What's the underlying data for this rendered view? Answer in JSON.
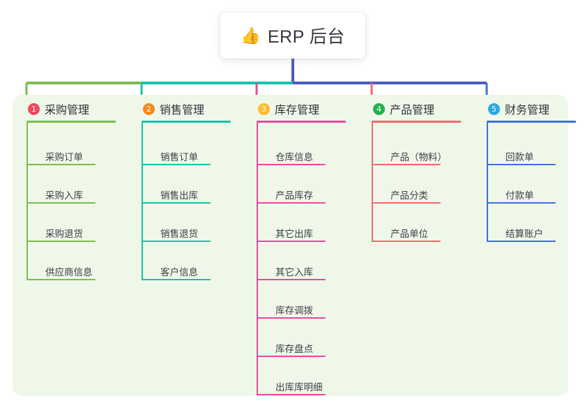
{
  "root": {
    "icon": "thumbs-up-icon",
    "icon_glyph": "👍",
    "title": "ERP 后台"
  },
  "palette": {
    "panel_bg": "#eff7e9",
    "stem": "#4a5bc0",
    "bus_green": "#7cbb4e",
    "bus_teal": "#16c2a8",
    "bus_blue": "#4a5bc0",
    "text": "#2f3338"
  },
  "columns": [
    {
      "number": "1",
      "title": "采购管理",
      "badge_color": "#f2495c",
      "line_color": "#7cbb4e",
      "items": [
        "采购订单",
        "采购入库",
        "采购退货",
        "供应商信息"
      ]
    },
    {
      "number": "2",
      "title": "销售管理",
      "badge_color": "#f7881f",
      "line_color": "#16c2a8",
      "items": [
        "销售订单",
        "销售出库",
        "销售退货",
        "客户信息"
      ]
    },
    {
      "number": "3",
      "title": "库存管理",
      "badge_color": "#fbbc2e",
      "line_color": "#e8489b",
      "items": [
        "仓库信息",
        "产品库存",
        "其它出库",
        "其它入库",
        "库存调拨",
        "库存盘点",
        "出库库明细"
      ]
    },
    {
      "number": "4",
      "title": "产品管理",
      "badge_color": "#23b14d",
      "line_color": "#f2686b",
      "items": [
        "产品（物料）",
        "产品分类",
        "产品单位"
      ]
    },
    {
      "number": "5",
      "title": "财务管理",
      "badge_color": "#2aa9e0",
      "line_color": "#3f6fd8",
      "items": [
        "回款单",
        "付款单",
        "结算账户"
      ]
    }
  ]
}
